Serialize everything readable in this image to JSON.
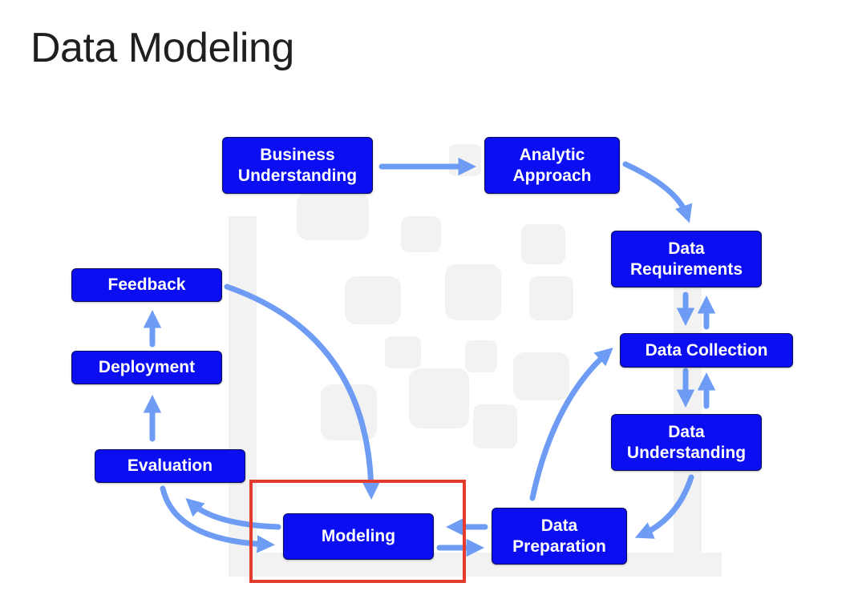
{
  "page": {
    "title": "Data Modeling"
  },
  "diagram": {
    "nodes": {
      "business_understanding": "Business\nUnderstanding",
      "analytic_approach": "Analytic\nApproach",
      "data_requirements": "Data\nRequirements",
      "data_collection": "Data Collection",
      "data_understanding": "Data\nUnderstanding",
      "data_preparation": "Data\nPreparation",
      "modeling": "Modeling",
      "evaluation": "Evaluation",
      "deployment": "Deployment",
      "feedback": "Feedback"
    },
    "highlighted_node": "modeling"
  },
  "colors": {
    "node_fill": "#0b0ef0",
    "arrow": "#6e9cf5",
    "highlight": "#e53a2e",
    "watermark": "#f2f2f2"
  }
}
